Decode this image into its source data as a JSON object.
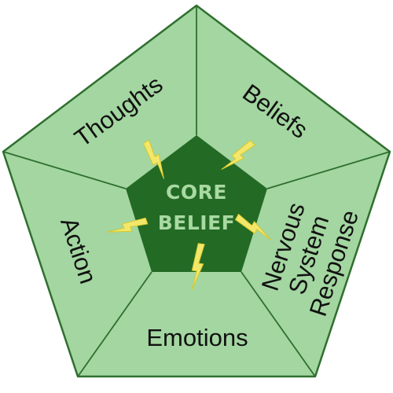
{
  "colors": {
    "outer_fill": "#a3d6a0",
    "outer_stroke": "#2f6f2f",
    "core_fill": "#236a25",
    "core_text": "#a9d9a2",
    "bolt_fill": "#f3e76b",
    "bolt_stroke": "#d9c92a"
  },
  "core": {
    "line1": "CORE",
    "line2": "BELIEF"
  },
  "segments": {
    "thoughts": "Thoughts",
    "beliefs": "Beliefs",
    "nervous": [
      "Nervous",
      "System",
      "Response"
    ],
    "emotions": "Emotions",
    "action": "Action"
  },
  "icons": [
    "lightning-bolt-icon"
  ]
}
